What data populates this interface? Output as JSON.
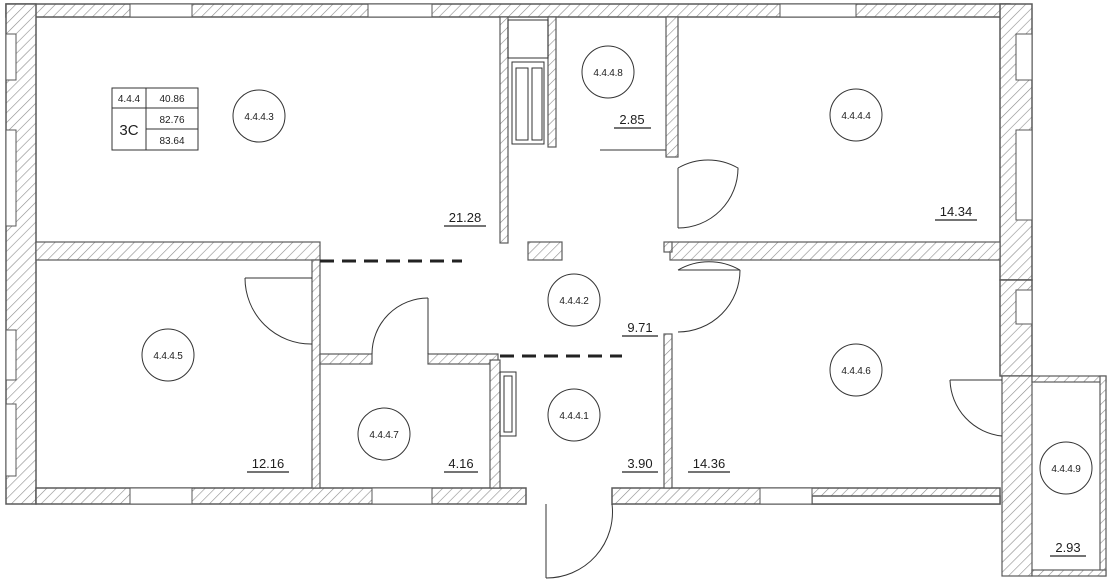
{
  "plan": {
    "apartment_id": "4.4.4",
    "apartment_type": "3С",
    "areas": [
      "40.86",
      "82.76",
      "83.64"
    ],
    "rooms": [
      {
        "id": "4.4.4.1",
        "area": "3.90"
      },
      {
        "id": "4.4.4.2",
        "area": "9.71"
      },
      {
        "id": "4.4.4.3",
        "area": "21.28"
      },
      {
        "id": "4.4.4.4",
        "area": "14.34"
      },
      {
        "id": "4.4.4.5",
        "area": "12.16"
      },
      {
        "id": "4.4.4.6",
        "area": "14.36"
      },
      {
        "id": "4.4.4.7",
        "area": "4.16"
      },
      {
        "id": "4.4.4.8",
        "area": "2.85"
      },
      {
        "id": "4.4.4.9",
        "area": "2.93"
      }
    ]
  },
  "colors": {
    "wall": "#5a5a5a",
    "hatch": "#8c8c8c",
    "line": "#222222"
  }
}
